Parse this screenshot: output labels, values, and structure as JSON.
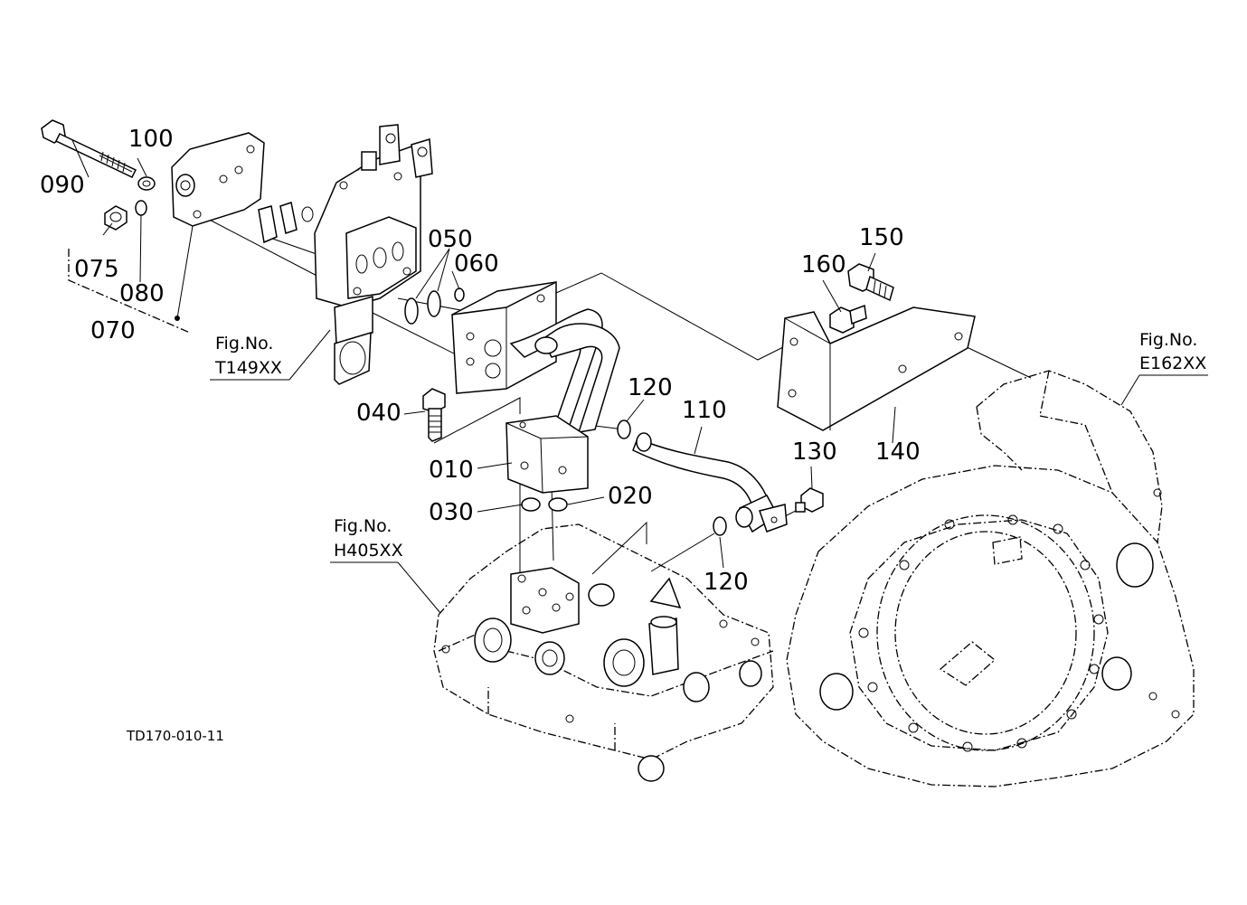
{
  "diagram": {
    "part_labels": {
      "p010": "010",
      "p020": "020",
      "p030": "030",
      "p040": "040",
      "p050": "050",
      "p060": "060",
      "p070": "070",
      "p075": "075",
      "p080": "080",
      "p090": "090",
      "p100": "100",
      "p110": "110",
      "p120a": "120",
      "p120b": "120",
      "p130": "130",
      "p140": "140",
      "p150": "150",
      "p160": "160"
    },
    "figure_refs": {
      "valve": {
        "prefix": "Fig.No.",
        "code": "T149XX"
      },
      "housing": {
        "prefix": "Fig.No.",
        "code": "H405XX"
      },
      "case": {
        "prefix": "Fig.No.",
        "code": "E162XX"
      }
    },
    "drawing_code": "TD170-010-11"
  }
}
